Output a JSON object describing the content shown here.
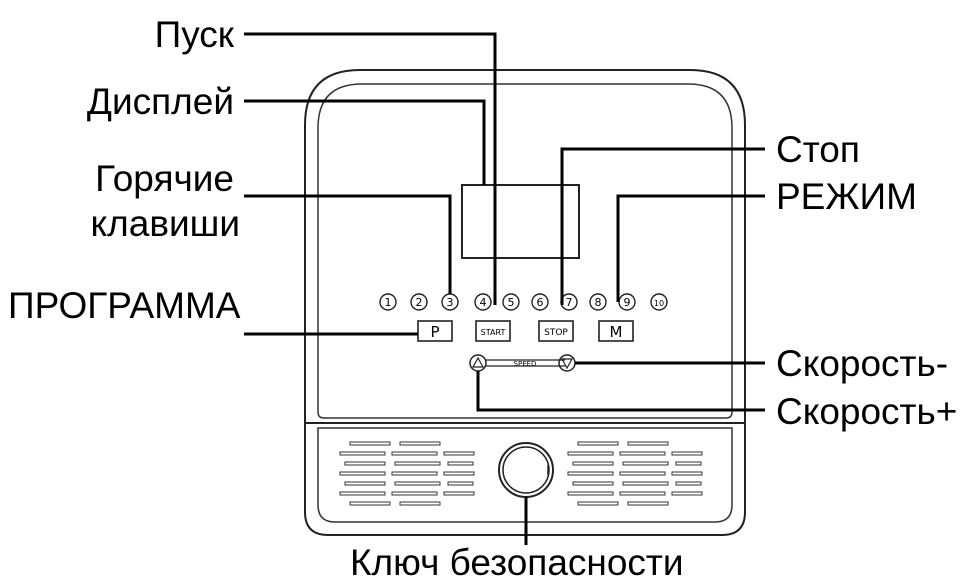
{
  "callouts": {
    "start": "Пуск",
    "display": "Дисплей",
    "hotkeys_line1": "Горячие",
    "hotkeys_line2": "клавиши",
    "program": "ПРОГРАММА",
    "stop": "Стоп",
    "mode": "РЕЖИМ",
    "speed_minus": "Скорость-",
    "speed_plus": "Скорость+",
    "safety_key": "Ключ безопасности"
  },
  "panel": {
    "numbers": [
      "1",
      "2",
      "3",
      "4",
      "5",
      "6",
      "7",
      "8",
      "9",
      "10"
    ],
    "program_key": "P",
    "start_key": "START",
    "stop_key": "STOP",
    "mode_key": "M",
    "speed_label": "SPEED",
    "speed_up_icon": "triangle-up-icon",
    "speed_down_icon": "triangle-down-icon"
  }
}
